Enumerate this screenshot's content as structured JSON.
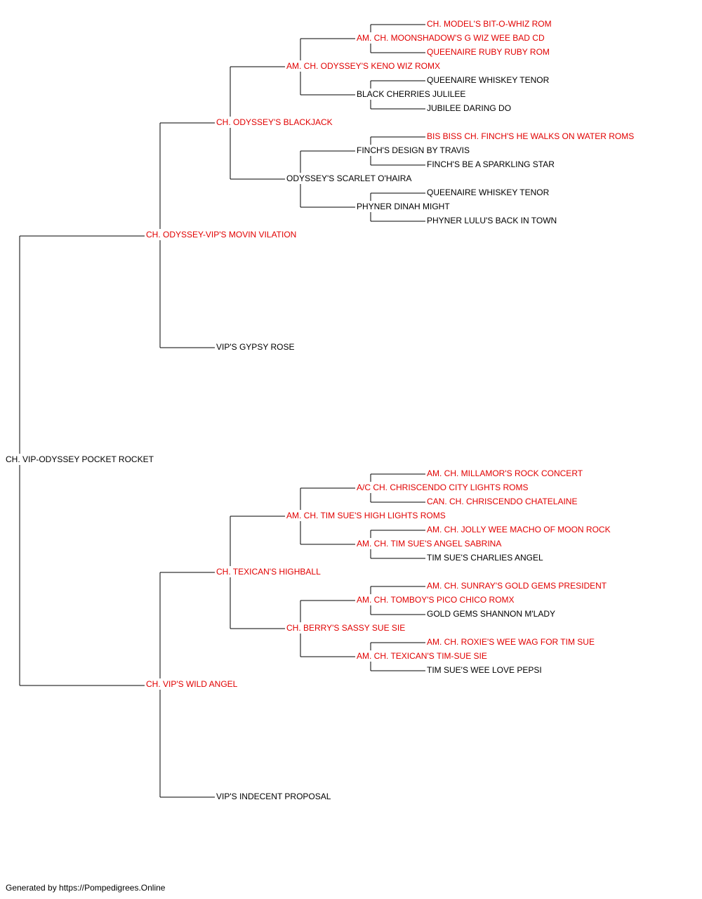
{
  "colors": {
    "champion": "#e10000",
    "regular": "#000000",
    "lines": "#000000"
  },
  "footer": "Generated by https://Pompedigrees.Online",
  "pedigree": {
    "name": "CH. VIP-ODYSSEY POCKET ROCKET",
    "champion": false,
    "sire": {
      "name": "CH. ODYSSEY-VIP'S MOVIN VILATION",
      "champion": true,
      "sire": {
        "name": "CH. ODYSSEY'S BLACKJACK",
        "champion": true,
        "sire": {
          "name": "AM. CH. ODYSSEY'S KENO WIZ ROMX",
          "champion": true,
          "sire": {
            "name": "AM. CH. MOONSHADOW'S G WIZ WEE BAD CD",
            "champion": true,
            "sire": {
              "name": "CH. MODEL'S BIT-O-WHIZ ROM",
              "champion": true
            },
            "dam": {
              "name": "QUEENAIRE RUBY RUBY ROM",
              "champion": true
            }
          },
          "dam": {
            "name": "BLACK CHERRIES JULILEE",
            "champion": false,
            "sire": {
              "name": "QUEENAIRE WHISKEY TENOR",
              "champion": false
            },
            "dam": {
              "name": "JUBILEE DARING DO",
              "champion": false
            }
          }
        },
        "dam": {
          "name": "ODYSSEY'S SCARLET O'HAIRA",
          "champion": false,
          "sire": {
            "name": "FINCH'S DESIGN BY TRAVIS",
            "champion": false,
            "sire": {
              "name": "BIS BISS CH. FINCH'S HE WALKS ON WATER ROMS",
              "champion": true
            },
            "dam": {
              "name": "FINCH'S BE A SPARKLING STAR",
              "champion": false
            }
          },
          "dam": {
            "name": "PHYNER DINAH MIGHT",
            "champion": false,
            "sire": {
              "name": "QUEENAIRE WHISKEY TENOR",
              "champion": false
            },
            "dam": {
              "name": "PHYNER LULU'S BACK IN TOWN",
              "champion": false
            }
          }
        }
      },
      "dam": {
        "name": "VIP'S GYPSY ROSE",
        "champion": false
      }
    },
    "dam": {
      "name": "CH. VIP'S WILD ANGEL",
      "champion": true,
      "sire": {
        "name": "CH. TEXICAN'S HIGHBALL",
        "champion": true,
        "sire": {
          "name": "AM. CH. TIM SUE'S HIGH LIGHTS ROMS",
          "champion": true,
          "sire": {
            "name": "A/C CH. CHRISCENDO CITY LIGHTS ROMS",
            "champion": true,
            "sire": {
              "name": "AM. CH. MILLAMOR'S ROCK CONCERT",
              "champion": true
            },
            "dam": {
              "name": "CAN. CH. CHRISCENDO CHATELAINE",
              "champion": true
            }
          },
          "dam": {
            "name": "AM. CH. TIM SUE'S ANGEL SABRINA",
            "champion": true,
            "sire": {
              "name": "AM. CH. JOLLY WEE MACHO OF MOON ROCK",
              "champion": true
            },
            "dam": {
              "name": "TIM SUE'S CHARLIES ANGEL",
              "champion": false
            }
          }
        },
        "dam": {
          "name": "CH. BERRY'S SASSY SUE SIE",
          "champion": true,
          "sire": {
            "name": "AM. CH. TOMBOY'S PICO CHICO ROMX",
            "champion": true,
            "sire": {
              "name": "AM. CH. SUNRAY'S GOLD GEMS PRESIDENT",
              "champion": true
            },
            "dam": {
              "name": "GOLD GEMS SHANNON M'LADY",
              "champion": false
            }
          },
          "dam": {
            "name": "AM. CH. TEXICAN'S TIM-SUE SIE",
            "champion": true,
            "sire": {
              "name": "AM. CH. ROXIE'S WEE WAG FOR TIM SUE",
              "champion": true
            },
            "dam": {
              "name": "TIM SUE'S WEE LOVE PEPSI",
              "champion": false
            }
          }
        }
      },
      "dam": {
        "name": "VIP'S INDECENT PROPOSAL",
        "champion": false
      }
    }
  }
}
